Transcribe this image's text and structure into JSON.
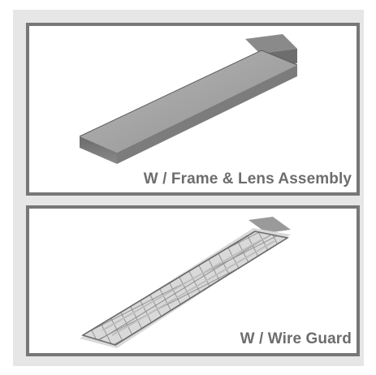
{
  "products": [
    {
      "caption": "W / Frame & Lens Assembly",
      "image_icon": "lens-fixture-image"
    },
    {
      "caption": "W / Wire Guard",
      "image_icon": "wire-guard-fixture-image"
    }
  ],
  "colors": {
    "frame": "#777777",
    "background": "#e6e6e6",
    "caption": "#6d6d6d"
  }
}
